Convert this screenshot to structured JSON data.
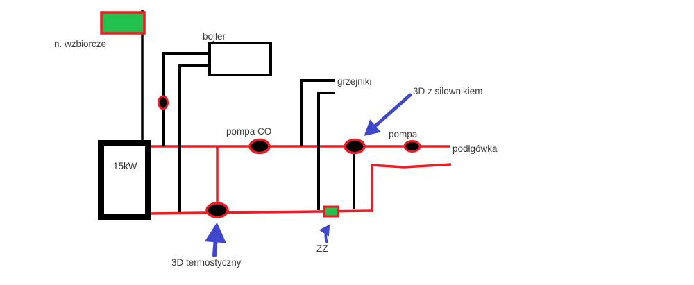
{
  "diagram": {
    "description": "hand-drawn heating system schematic",
    "labels": {
      "expansion_vessel": "n. wzbiorcze",
      "dhw_boiler": "bojler",
      "radiators": "grzejniki",
      "pump_co": "pompa CO",
      "valve_with_actuator": "3D z silownikiem",
      "pump_floor": "pompa",
      "underfloor_heating": "podłgówka",
      "boiler_power": "15kW",
      "valve_thermostatic": "3D termostyczny",
      "zz_valve": "ZZ"
    },
    "colors": {
      "pipe_red": "#ee1b23",
      "vessel_green": "#22c14e",
      "arrow_blue": "#3f48cc",
      "line_black": "#000000",
      "label_text": "#3b3b3b",
      "background": "#ffffff"
    }
  }
}
